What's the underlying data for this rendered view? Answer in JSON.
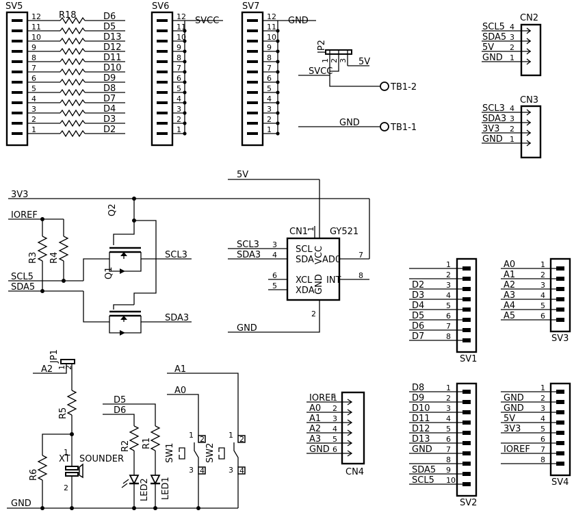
{
  "sv5": {
    "name": "SV5",
    "res": "R18",
    "pins": [
      "12",
      "11",
      "10",
      "9",
      "8",
      "7",
      "6",
      "5",
      "4",
      "3",
      "2",
      "1"
    ],
    "nets": [
      "D6",
      "D5",
      "D13",
      "D12",
      "D11",
      "D10",
      "D9",
      "D8",
      "D7",
      "D4",
      "D3",
      "D2"
    ]
  },
  "sv6": {
    "name": "SV6",
    "net": "SVCC",
    "pins": [
      "12",
      "11",
      "10",
      "9",
      "8",
      "7",
      "6",
      "5",
      "4",
      "3",
      "2",
      "1"
    ]
  },
  "sv7": {
    "name": "SV7",
    "net": "GND",
    "pins": [
      "12",
      "11",
      "10",
      "9",
      "8",
      "7",
      "6",
      "5",
      "4",
      "3",
      "2",
      "1"
    ]
  },
  "jp2": {
    "name": "JP2",
    "pins": [
      "1",
      "2",
      "3"
    ],
    "v5": "5V",
    "svcc": "SVCC",
    "gnd": "GND",
    "tb12": "TB1-2",
    "tb11": "TB1-1"
  },
  "cn2": {
    "name": "CN2",
    "labels": [
      "SCL5",
      "SDA5",
      "5V",
      "GND"
    ],
    "pins": [
      "4",
      "3",
      "2",
      "1"
    ]
  },
  "cn3": {
    "name": "CN3",
    "labels": [
      "SCL3",
      "SDA3",
      "3V3",
      "GND"
    ],
    "pins": [
      "4",
      "3",
      "2",
      "1"
    ]
  },
  "level": {
    "v3": "3V3",
    "ioref": "IOREF",
    "r3": "R3",
    "r4": "R4",
    "q2": "Q2",
    "q1": "Q1",
    "scl5": "SCL5",
    "sda5": "SDA5",
    "scl3": "SCL3",
    "sda3": "SDA3"
  },
  "gy521": {
    "cn": "CN1",
    "name": "GY521",
    "v5": "5V",
    "gnd": "GND",
    "in_scl": "SCL3",
    "in_sda": "SDA3",
    "pins": [
      "1",
      "3",
      "4",
      "6",
      "5",
      "7",
      "8",
      "2"
    ],
    "inner": [
      "SCL",
      "SDA",
      "VCC",
      "AD0",
      "XCL",
      "XDA",
      "INT",
      "GND"
    ]
  },
  "sv1": {
    "name": "SV1",
    "pins": [
      "1",
      "2",
      "3",
      "4",
      "5",
      "6",
      "7",
      "8"
    ],
    "nets": [
      "",
      "",
      "D2",
      "D3",
      "D4",
      "D5",
      "D6",
      "D7"
    ]
  },
  "sv3": {
    "name": "SV3",
    "pins": [
      "1",
      "2",
      "3",
      "4",
      "5",
      "6"
    ],
    "nets": [
      "A0",
      "A1",
      "A2",
      "A3",
      "A4",
      "A5"
    ]
  },
  "sv2": {
    "name": "SV2",
    "pins": [
      "1",
      "2",
      "3",
      "4",
      "5",
      "6",
      "7",
      "8",
      "9",
      "10"
    ],
    "nets": [
      "D8",
      "D9",
      "D10",
      "D11",
      "D12",
      "D13",
      "GND",
      "",
      "SDA5",
      "SCL5"
    ]
  },
  "sv4": {
    "name": "SV4",
    "pins": [
      "1",
      "2",
      "3",
      "4",
      "5",
      "6",
      "7",
      "8"
    ],
    "nets": [
      "",
      "GND",
      "GND",
      "5V",
      "3V3",
      "",
      "IOREF",
      ""
    ]
  },
  "cn4": {
    "name": "CN4",
    "pins": [
      "1",
      "2",
      "3",
      "4",
      "5",
      "6"
    ],
    "nets": [
      "IOREF",
      "A0",
      "A1",
      "A2",
      "A3",
      "GND"
    ]
  },
  "bottom": {
    "jp1": "JP1",
    "jp1_p1": "1",
    "jp1_p2": "2",
    "a2": "A2",
    "r5": "R5",
    "r6": "R6",
    "xt": "XT",
    "sounder": "SOUNDER",
    "xt_p1": "1",
    "xt_p2": "2",
    "gnd": "GND",
    "d5": "D5",
    "d6": "D6",
    "r2": "R2",
    "r1": "R1",
    "led2": "LED2",
    "led1": "LED1",
    "a1": "A1",
    "a0": "A0",
    "sw1": "SW1",
    "sw2": "SW2",
    "sw_p1": "1",
    "sw_p2": "2",
    "sw_p3": "3",
    "sw_p4": "4"
  }
}
